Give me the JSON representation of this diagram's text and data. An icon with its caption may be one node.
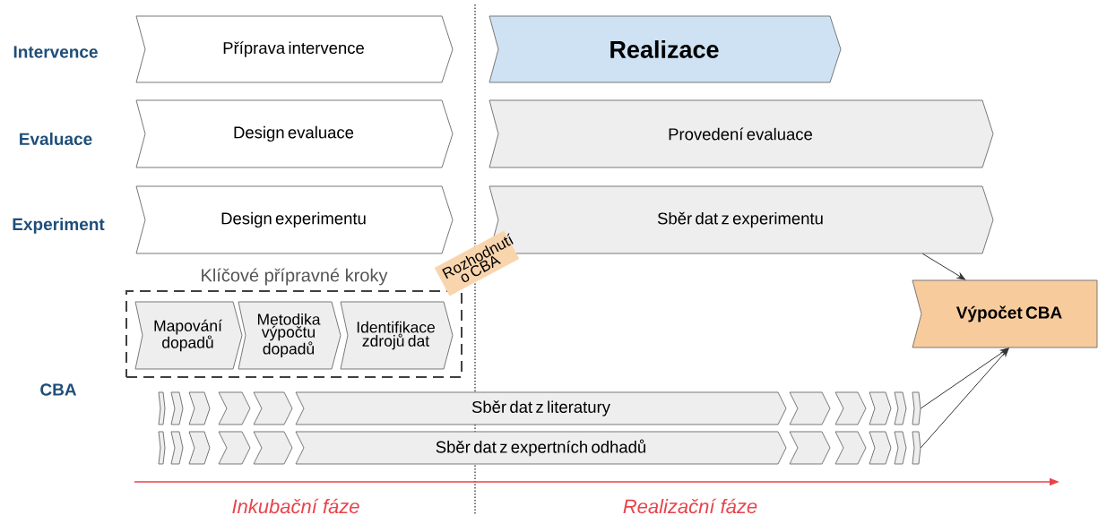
{
  "diagram": {
    "nodes": [
      {
        "text": [
          "Příprava intervence"
        ]
      },
      {
        "text": [
          "Realizace"
        ]
      },
      {
        "text": [
          "Design evaluace"
        ]
      },
      {
        "text": [
          "Provedení evaluace"
        ]
      },
      {
        "text": [
          "Design experimentu"
        ]
      },
      {
        "text": [
          "Sběr dat z experimentu"
        ]
      },
      {
        "text": [
          "Klíčové přípravné kroky"
        ]
      },
      {
        "text": [
          "Mapování dopadů"
        ],
        "in": 6
      },
      {
        "text": [
          "Metodika výpočtu dopadů"
        ],
        "in": 6
      },
      {
        "text": [
          "Identifikace zdrojů dat"
        ],
        "in": 6
      },
      {
        "text": [
          "Rozhodnutí o CBA"
        ]
      },
      {
        "text": [
          "Výpočet CBA"
        ]
      },
      {
        "text": [],
        "shape": "chevron"
      },
      {
        "text": [],
        "shape": "chevron"
      },
      {
        "text": [],
        "shape": "chevron"
      },
      {
        "text": [],
        "shape": "chevron"
      },
      {
        "text": [],
        "shape": "chevron"
      },
      {
        "text": [
          "Sběr dat z literatury"
        ]
      },
      {
        "text": [],
        "shape": "chevron"
      },
      {
        "text": [],
        "shape": "chevron"
      },
      {
        "text": [],
        "shape": "chevron"
      },
      {
        "text": [],
        "shape": "chevron"
      },
      {
        "text": [],
        "shape": "chevron"
      },
      {
        "text": [],
        "shape": "chevron"
      },
      {
        "text": [],
        "shape": "chevron"
      },
      {
        "text": [],
        "shape": "chevron"
      },
      {
        "text": [],
        "shape": "chevron"
      },
      {
        "text": [],
        "shape": "chevron"
      },
      {
        "text": [
          "Sběr dat z expertních odhadů"
        ]
      },
      {
        "text": [],
        "shape": "chevron"
      },
      {
        "text": [],
        "shape": "chevron"
      },
      {
        "text": [],
        "shape": "chevron"
      },
      {
        "text": [],
        "shape": "chevron"
      },
      {
        "text": [],
        "shape": "chevron"
      }
    ],
    "edges": [
      {
        "from": 5,
        "to": 11,
        "arrow": "to"
      },
      {
        "from": 22,
        "to": 11,
        "arrow": "to"
      },
      {
        "from": 33,
        "to": 11,
        "arrow": "to"
      }
    ],
    "labels": [
      "Intervence",
      "Evaluace",
      "Experiment",
      "CBA",
      "Inkubační fáze",
      "Realizační fáze"
    ]
  }
}
